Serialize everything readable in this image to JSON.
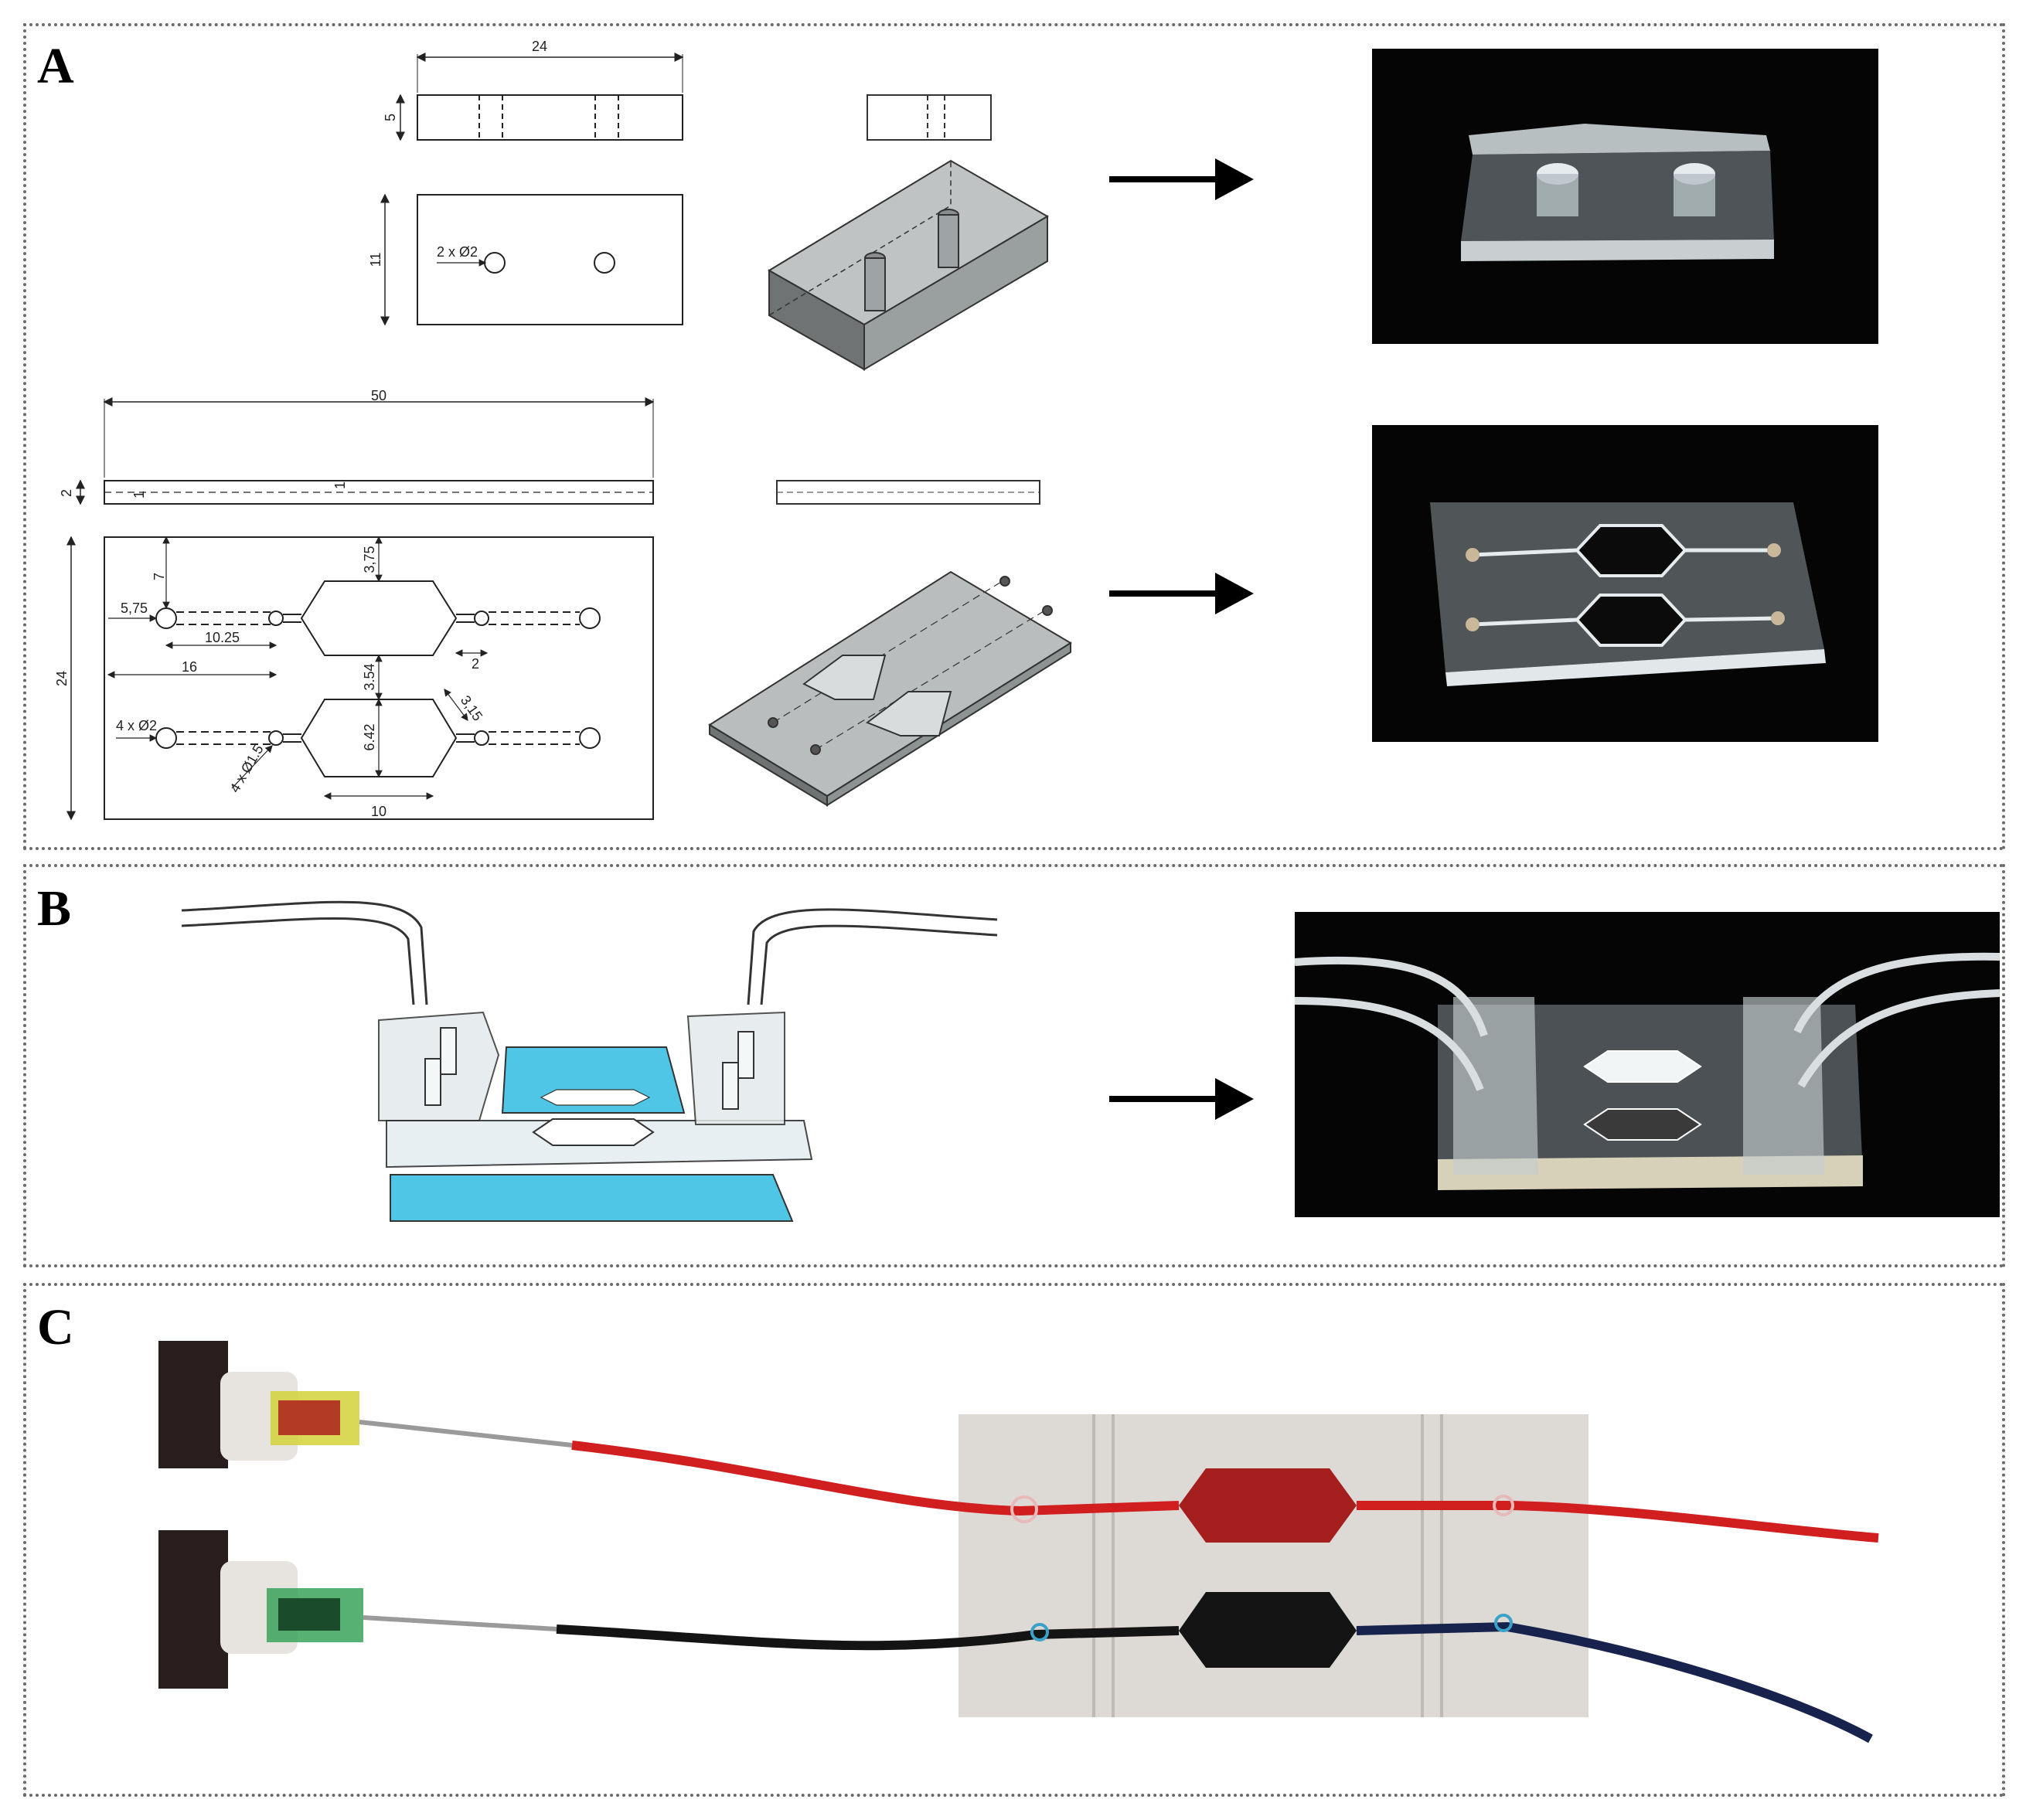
{
  "panels": {
    "a": {
      "letter": "A"
    },
    "b": {
      "letter": "B"
    },
    "c": {
      "letter": "C"
    }
  },
  "dimensions": {
    "connector_width": "24",
    "connector_height": "5",
    "connector_depth": "11",
    "connector_holes": "2 x Ø2",
    "chip_length": "50",
    "chip_thickness": "2",
    "channel_depth": "1",
    "chip_width": "24",
    "offset_7": "7",
    "offset_575": "5,75",
    "offset_1025": "10.25",
    "offset_16": "16",
    "chamber_gap_375": "3,75",
    "chamber_spacing": "3.54",
    "neck_2": "2",
    "chamber_side": "3,15",
    "chamber_height": "6.42",
    "chamber_length": "10",
    "inlet_holes": "4 x Ø2",
    "channel_holes": "4 x Ø1.5"
  },
  "colors": {
    "membrane_blue": "#4fc6e6",
    "red_fluid": "#d11e1e",
    "black_fluid": "#141414",
    "photo_background": "#050505"
  },
  "icons": [
    "arrow-right-icon"
  ]
}
